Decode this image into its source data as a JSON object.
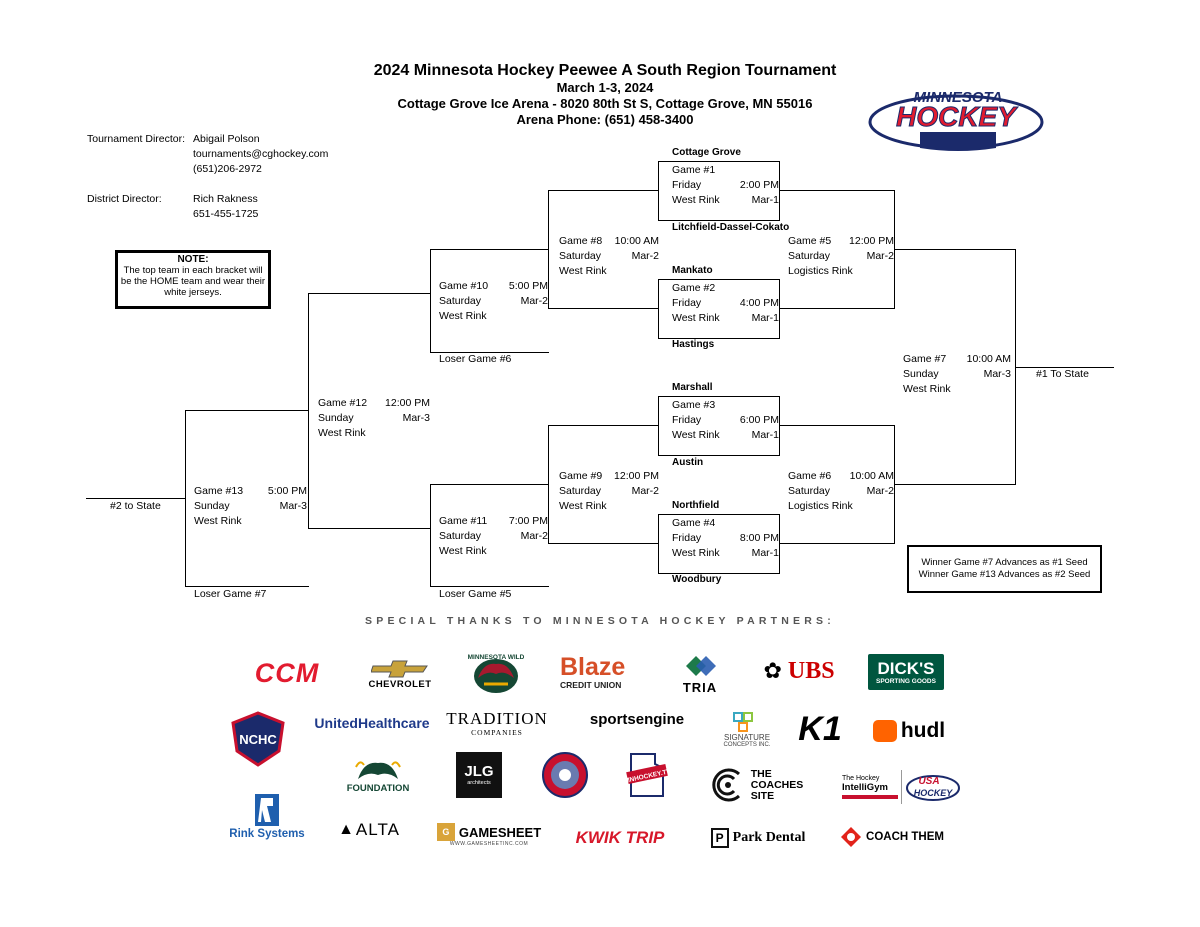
{
  "header": {
    "title": "2024 Minnesota Hockey Peewee A South Region Tournament",
    "dates": "March 1-3, 2024",
    "venue": "Cottage Grove Ice Arena - 8020 80th St S, Cottage Grove, MN 55016",
    "phone": "Arena Phone: (651) 458-3400"
  },
  "logo": {
    "line1": "MINNESOTA",
    "line2": "HOCKEY",
    "colors": {
      "red": "#e21b2f",
      "navy": "#1b2a6b"
    }
  },
  "info": {
    "td_label": "Tournament Director:",
    "td_name": "Abigail Polson",
    "td_email": "tournaments@cghockey.com",
    "td_phone": "(651)206-2972",
    "dd_label": "District  Director:",
    "dd_name": "Rich Rakness",
    "dd_phone": "651-455-1725"
  },
  "note": {
    "title": "NOTE:",
    "body": "The top team in each bracket will be the HOME team and wear their white jerseys."
  },
  "teams": {
    "cottage_grove": "Cottage Grove",
    "ldc": "Litchfield-Dassel-Cokato",
    "mankato": "Mankato",
    "hastings": "Hastings",
    "marshall": "Marshall",
    "austin": "Austin",
    "northfield": "Northfield",
    "woodbury": "Woodbury"
  },
  "games": {
    "g1": {
      "name": "Game #1",
      "day": "Friday",
      "time": "2:00 PM",
      "rink": "West Rink",
      "date": "Mar-1"
    },
    "g2": {
      "name": "Game #2",
      "day": "Friday",
      "time": "4:00 PM",
      "rink": "West Rink",
      "date": "Mar-1"
    },
    "g3": {
      "name": "Game #3",
      "day": "Friday",
      "time": "6:00 PM",
      "rink": "West Rink",
      "date": "Mar-1"
    },
    "g4": {
      "name": "Game #4",
      "day": "Friday",
      "time": "8:00 PM",
      "rink": "West Rink",
      "date": "Mar-1"
    },
    "g5": {
      "name": "Game #5",
      "time": "12:00 PM",
      "day": "Saturday",
      "date": "Mar-2",
      "rink": "Logistics Rink"
    },
    "g6": {
      "name": "Game #6",
      "time": "10:00 AM",
      "day": "Saturday",
      "date": "Mar-2",
      "rink": "Logistics Rink"
    },
    "g7": {
      "name": "Game #7",
      "time": "10:00 AM",
      "day": "Sunday",
      "date": "Mar-3",
      "rink": "West Rink"
    },
    "g8": {
      "name": "Game #8",
      "time": "10:00 AM",
      "day": "Saturday",
      "date": "Mar-2",
      "rink": "West Rink"
    },
    "g9": {
      "name": "Game #9",
      "time": "12:00 PM",
      "day": "Saturday",
      "date": "Mar-2",
      "rink": "West Rink"
    },
    "g10": {
      "name": "Game #10",
      "time": "5:00 PM",
      "day": "Saturday",
      "date": "Mar-2",
      "rink": "West Rink"
    },
    "g11": {
      "name": "Game #11",
      "time": "7:00 PM",
      "day": "Saturday",
      "date": "Mar-2",
      "rink": "West Rink"
    },
    "g12": {
      "name": "Game #12",
      "time": "12:00 PM",
      "day": "Sunday",
      "date": "Mar-3",
      "rink": "West Rink"
    },
    "g13": {
      "name": "Game #13",
      "time": "5:00 PM",
      "day": "Sunday",
      "date": "Mar-3",
      "rink": "West Rink"
    }
  },
  "labels": {
    "loser6": "Loser Game #6",
    "loser5": "Loser Game #5",
    "loser7": "Loser Game #7",
    "to_state1": "#1 To State",
    "to_state2": "#2 to State"
  },
  "advance": {
    "line1": "Winner Game #7 Advances as #1 Seed",
    "line2": "Winner Game #13 Advances as #2 Seed"
  },
  "thanks": "SPECIAL THANKS TO MINNESOTA HOCKEY PARTNERS:",
  "partners": {
    "ccm": "CCM",
    "chevrolet": "CHEVROLET",
    "wild": "MINNESOTA WILD",
    "blaze1": "Blaze",
    "blaze2": "CREDIT UNION",
    "tria": "TRIA",
    "ubs": "UBS",
    "dicks1": "DICK'S",
    "dicks2": "SPORTING GOODS",
    "nchc": "NCHC",
    "uhc": "UnitedHealthcare",
    "tradition1": "TRADITION",
    "tradition2": "COMPANIES",
    "sportsengine": "sportsengine",
    "signature1": "SIGNATURE",
    "signature2": "CONCEPTS INC.",
    "k1": "K1",
    "hudl": "hudl",
    "foundation": "FOUNDATION",
    "jlg1": "JLG",
    "jlg2": "architects",
    "mnhockeytv": "MNHOCKEY.TV",
    "coaches1": "THE",
    "coaches2": "COACHES",
    "coaches3": "SITE",
    "intelligym1": "The Hockey",
    "intelligym2": "IntelliGym",
    "usa1": "USA",
    "usa2": "HOCKEY",
    "rink": "Rink Systems",
    "alta": "ALTA",
    "gamesheet": "GAMESHEET",
    "gamesheet_url": "WWW.GAMESHEETINC.COM",
    "kwik": "KWIK TRIP",
    "park": "Park Dental",
    "coach": "COACH THEM"
  }
}
